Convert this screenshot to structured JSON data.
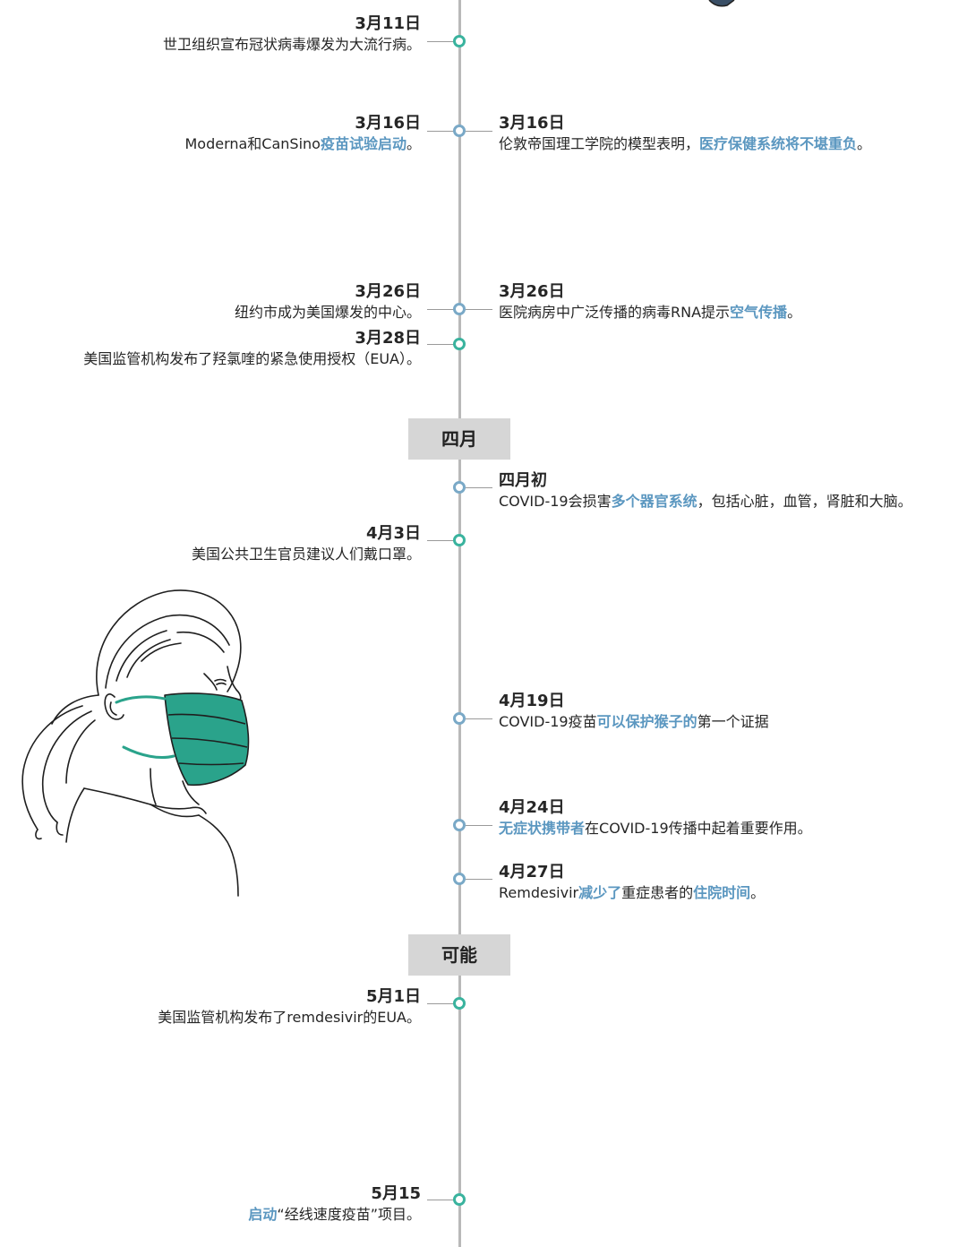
{
  "colors": {
    "axis": "#b9b9b9",
    "teal_node": "#3ab39e",
    "blue_node": "#7aa9c7",
    "highlight": "#5b97c0",
    "month_bg": "#d6d6d6"
  },
  "months": {
    "april": "四月",
    "may": "可能"
  },
  "events": {
    "mar11_left": {
      "date": "3月11日",
      "text": "世卫组织宣布冠状病毒爆发为大流行病。"
    },
    "mar16_left": {
      "date": "3月16日",
      "pre": "Moderna和CanSino",
      "link": "疫苗试验启动",
      "post": "。"
    },
    "mar16_right": {
      "date": "3月16日",
      "pre": "伦敦帝国理工学院的模型表明，",
      "link": "医疗保健系统将不堪重负",
      "post": "。"
    },
    "mar26_left": {
      "date": "3月26日",
      "text": "纽约市成为美国爆发的中心。"
    },
    "mar26_right": {
      "date": "3月26日",
      "pre": "医院病房中广泛传播的病毒RNA提示",
      "link": "空气传播",
      "post": "。"
    },
    "mar28_left": {
      "date": "3月28日",
      "text": "美国监管机构发布了羟氯喹的紧急使用授权（EUA）。"
    },
    "apr_early_right": {
      "date": "四月初",
      "pre": "COVID-19会损害",
      "link": "多个器官系统",
      "post": "，包括心脏，血管，肾脏和大脑。"
    },
    "apr3_left": {
      "date": "4月3日",
      "text": "美国公共卫生官员建议人们戴口罩。"
    },
    "apr19_right": {
      "date": "4月19日",
      "pre": "COVID-19疫苗",
      "link": "可以保护猴子的",
      "post": "第一个证据"
    },
    "apr24_right": {
      "date": "4月24日",
      "link": "无症状携带者",
      "post": "在COVID-19传播中起着重要作用。"
    },
    "apr27_right": {
      "date": "4月27日",
      "pre": "Remdesivir",
      "link": "减少了",
      "mid": "重症患者的",
      "link2": "住院时间",
      "post": "。"
    },
    "may1_left": {
      "date": "5月1日",
      "text": "美国监管机构发布了remdesivir的EUA。"
    },
    "may15_left": {
      "date": "5月15",
      "link": "启动",
      "post": "“经线速度疫苗”项目。"
    }
  }
}
